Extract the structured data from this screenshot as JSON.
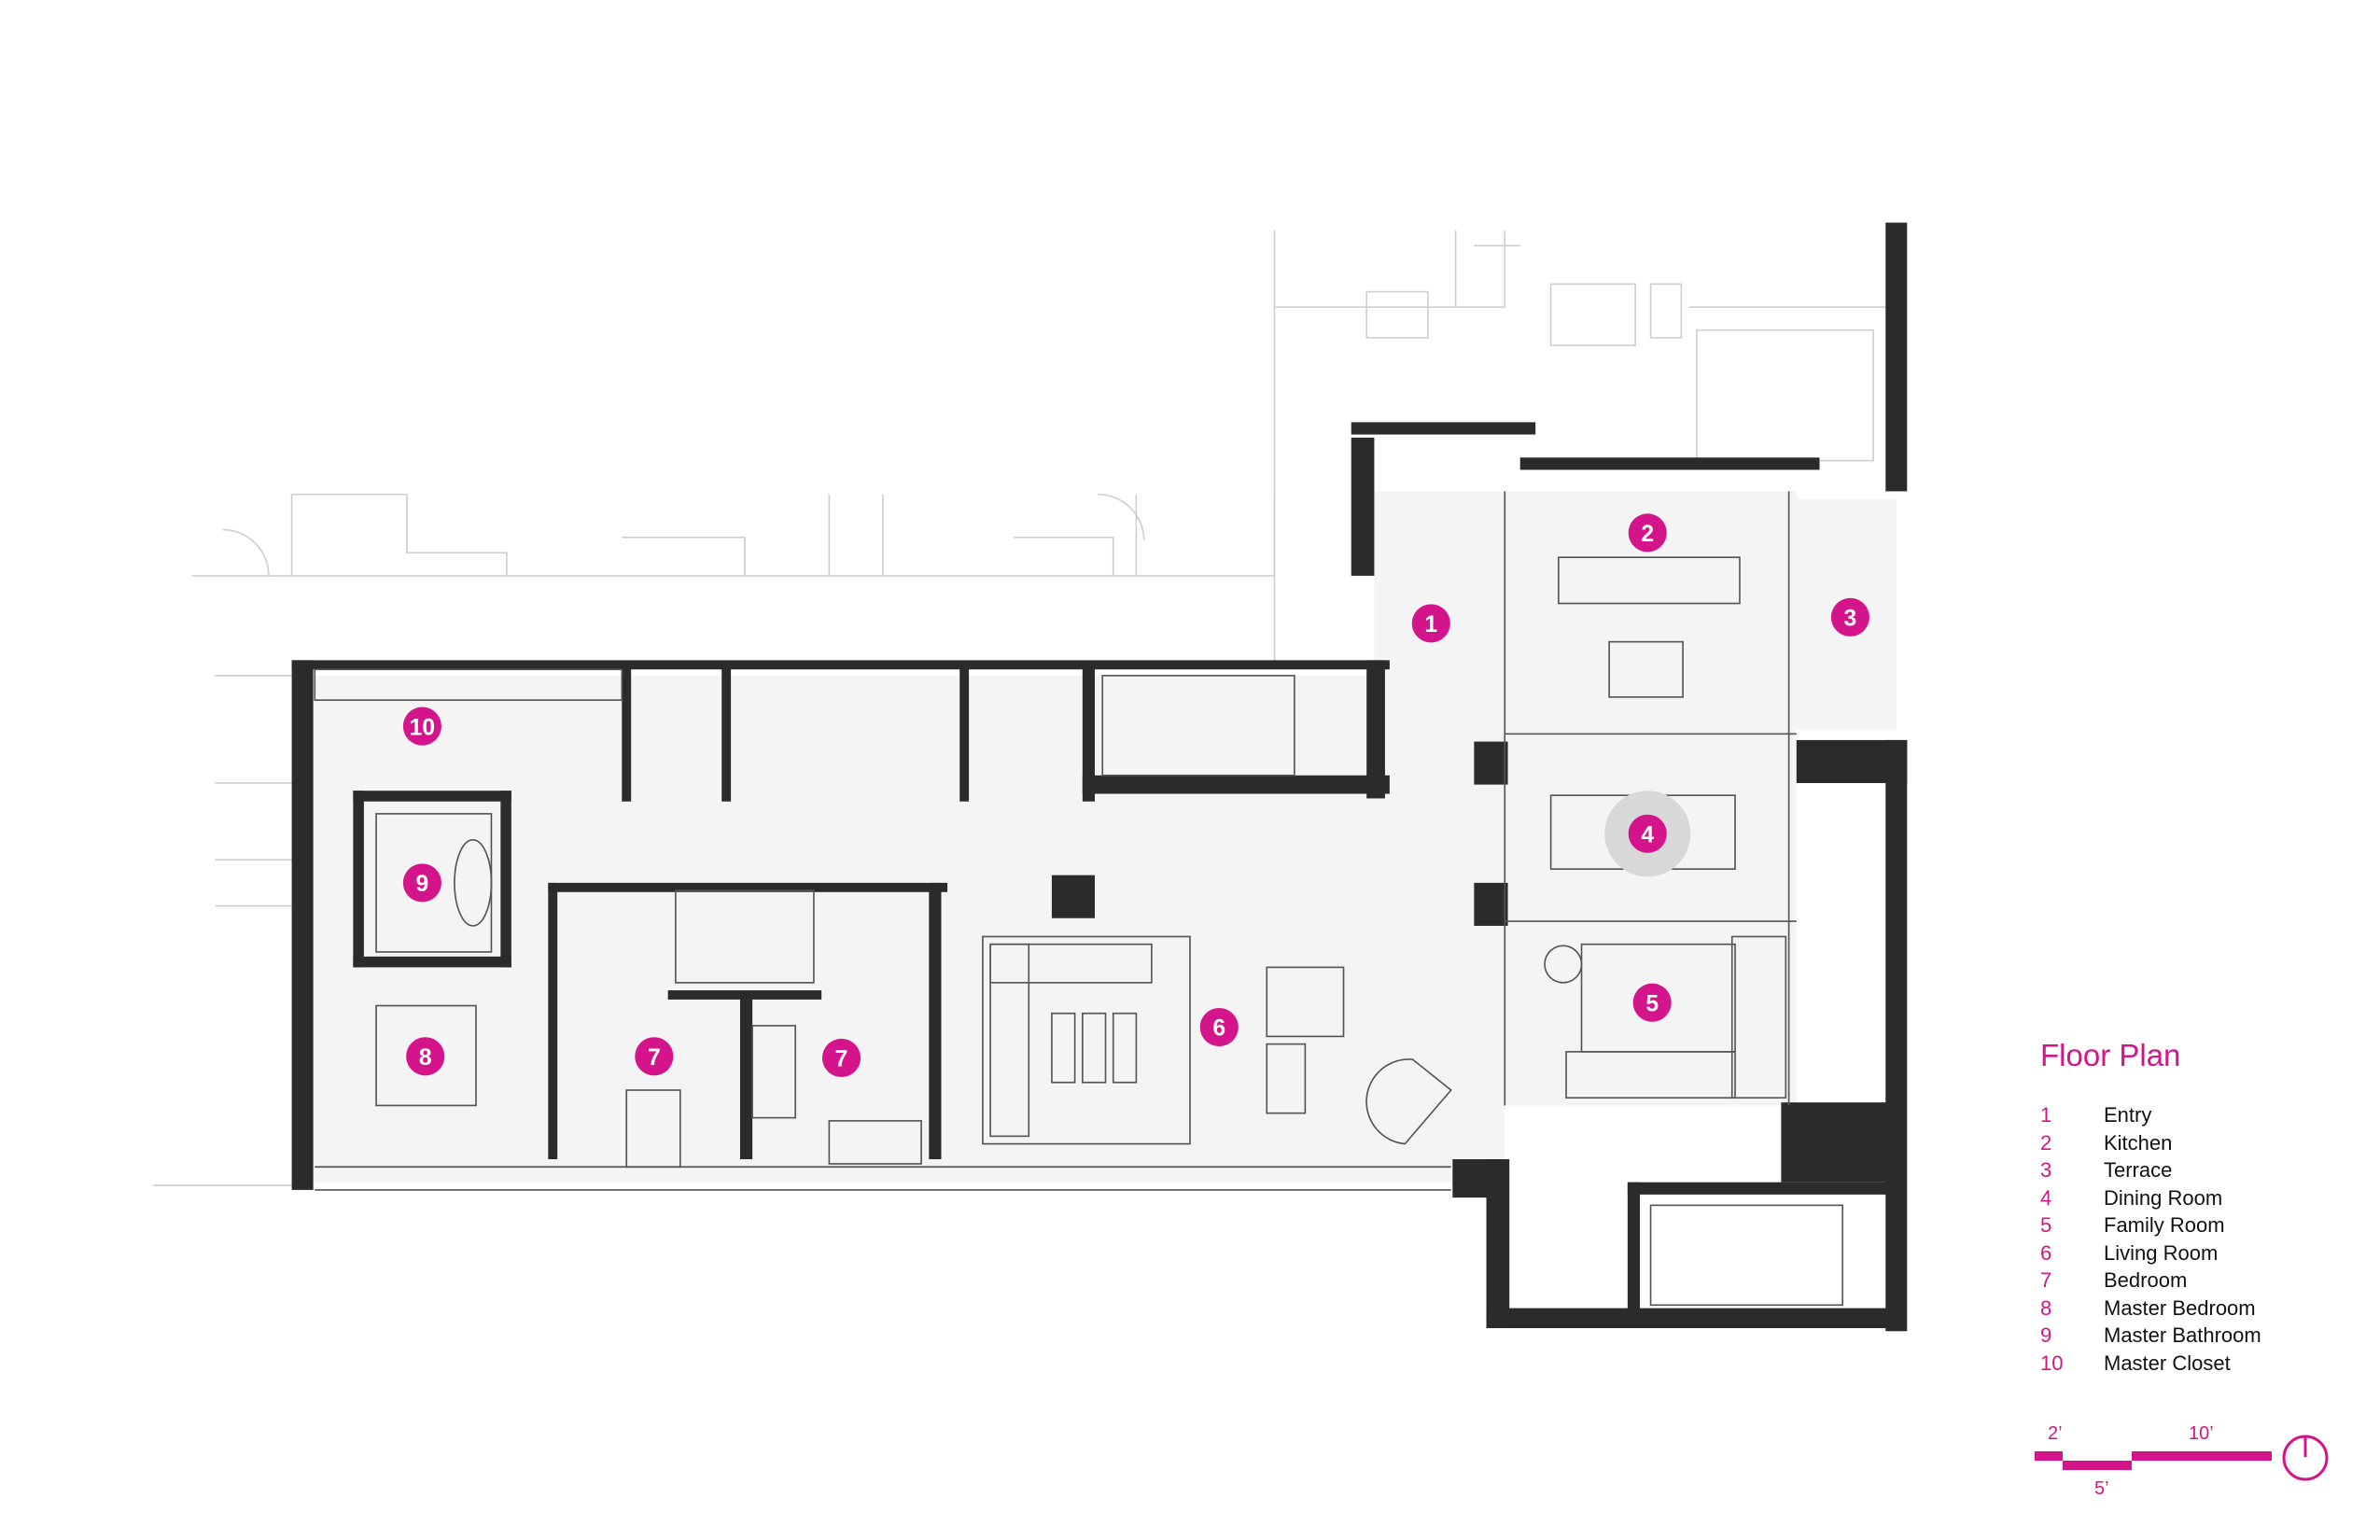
{
  "legend": {
    "title": "Floor Plan",
    "items": [
      {
        "num": "1",
        "label": "Entry"
      },
      {
        "num": "2",
        "label": "Kitchen"
      },
      {
        "num": "3",
        "label": "Terrace"
      },
      {
        "num": "4",
        "label": "Dining Room"
      },
      {
        "num": "5",
        "label": "Family Room"
      },
      {
        "num": "6",
        "label": "Living Room"
      },
      {
        "num": "7",
        "label": "Bedroom"
      },
      {
        "num": "8",
        "label": "Master Bedroom"
      },
      {
        "num": "9",
        "label": "Master Bathroom"
      },
      {
        "num": "10",
        "label": "Master Closet"
      }
    ]
  },
  "markers": [
    "1",
    "2",
    "3",
    "4",
    "5",
    "6",
    "7",
    "7",
    "8",
    "9",
    "10"
  ],
  "scale_bar": {
    "a": "2’",
    "b": "5’",
    "c": "10’"
  },
  "colors": {
    "accent": "#d4148a",
    "wall": "#2b2b2b",
    "line": "#bbbbbb"
  }
}
